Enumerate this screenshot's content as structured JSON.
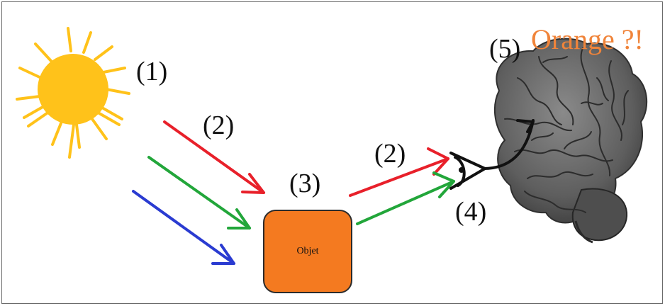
{
  "labels": {
    "step1": "(1)",
    "step2a": "(2)",
    "step2b": "(2)",
    "step3": "(3)",
    "step4": "(4)",
    "step5": "(5)",
    "perceived_color": "Orange ?!",
    "object": "Objet"
  },
  "colors": {
    "sun": "#ffc21a",
    "red_ray": "#e8202a",
    "green_ray": "#22a63a",
    "blue_ray": "#2a3bd1",
    "object_fill": "#f47a20",
    "perceived_text": "#f0843a",
    "brain": "#6a6a6a"
  },
  "icons": [
    "sun-icon",
    "eye-icon",
    "brain-icon",
    "optic-nerve-line"
  ]
}
